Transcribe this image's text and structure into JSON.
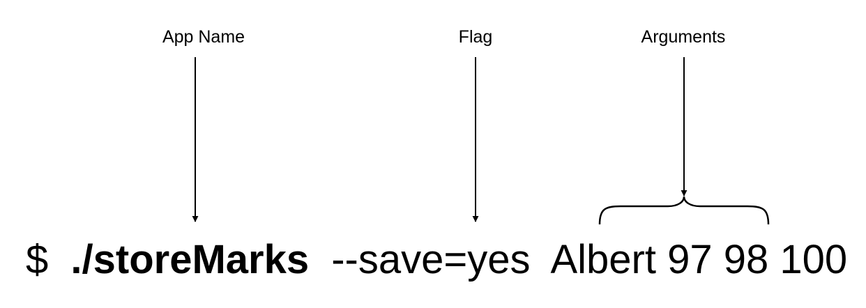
{
  "labels": {
    "app_name": "App Name",
    "flag": "Flag",
    "arguments": "Arguments"
  },
  "command": {
    "prompt": "$",
    "app": "./storeMarks",
    "flag": "--save=yes",
    "arguments": "Albert 97 98 100"
  },
  "colors": {
    "ink": "#000000",
    "background": "#ffffff"
  }
}
